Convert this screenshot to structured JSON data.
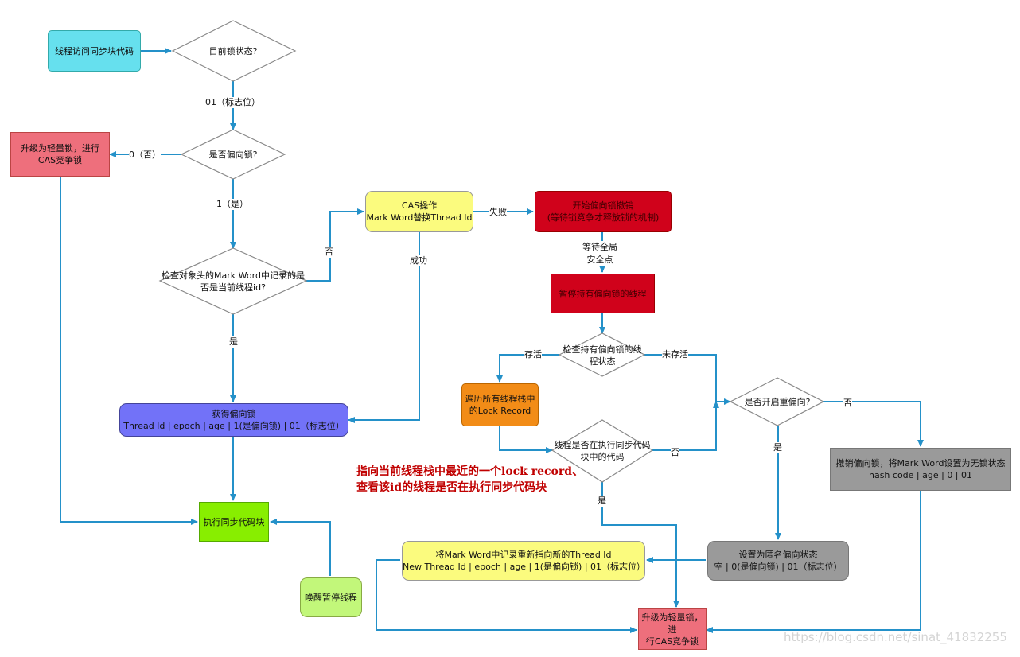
{
  "nodes": {
    "start": "线程访问同步块代码",
    "lock_state": "目前锁状态?",
    "is_biased": "是否偏向锁?",
    "upgrade_light_1": "升级为轻量锁，进行\nCAS竞争锁",
    "check_thread_id": "检查对象头的Mark Word中记录的是\n否是当前线程id?",
    "cas_op": "CAS操作\nMark Word替换Thread Id",
    "revoke_start": "开始偏向锁撤销\n(等待锁竞争才释放锁的机制)",
    "pause_thread": "暂停持有偏向锁的线程",
    "check_thread_state": "检查持有偏向锁的线\n程状态",
    "traverse_stack": "遍历所有线程栈中\n的Lock Record",
    "is_executing_sync": "线程是否在执行同步代码\n块中的代码",
    "rebias_enabled": "是否开启重偏向?",
    "revoke_to_unlocked": "撤销偏向锁，将Mark Word设置为无锁状态\nhash code | age | 0 | 01",
    "acquire_biased": "获得偏向锁\nThread Id | epoch | age | 1(是偏向锁) | 01（标志位）",
    "exec_sync": "执行同步代码块",
    "wake_thread": "唤醒暂停线程",
    "repoint_thread": "将Mark Word中记录重新指向新的Thread Id\nNew Thread Id | epoch | age | 1(是偏向锁) | 01（标志位）",
    "set_anonymous": "设置为匿名偏向状态\n空 | 0(是偏向锁) | 01（标志位）",
    "upgrade_light_2": "升级为轻量锁，进\n行CAS竞争锁"
  },
  "edge_labels": {
    "flag_01": "01（标志位）",
    "no_0": "0（否）",
    "yes_1": "1（是）",
    "no_thread": "否",
    "yes_thread": "是",
    "fail": "失败",
    "success": "成功",
    "wait_safepoint": "等待全局\n安全点",
    "alive": "存活",
    "not_alive": "未存活",
    "no_exec": "否",
    "yes_exec": "是",
    "no_rebias": "否",
    "yes_rebias": "是"
  },
  "annotation": {
    "line1": "指向当前线程栈中最近的一个lock record、",
    "line2": "查看该id的线程是否在执行同步代码块"
  },
  "watermark": "https://blog.csdn.net/sinat_41832255",
  "colors": {
    "cyan": "#66e0ee",
    "pink": "#ee6f7c",
    "yellow": "#fbfb7e",
    "red": "#d0021b",
    "purple": "#7272f8",
    "green": "#88ee00",
    "lightgreen": "#c2f77a",
    "orange": "#f28c17",
    "gray": "#9a9a9a",
    "edge": "#2491c9"
  }
}
